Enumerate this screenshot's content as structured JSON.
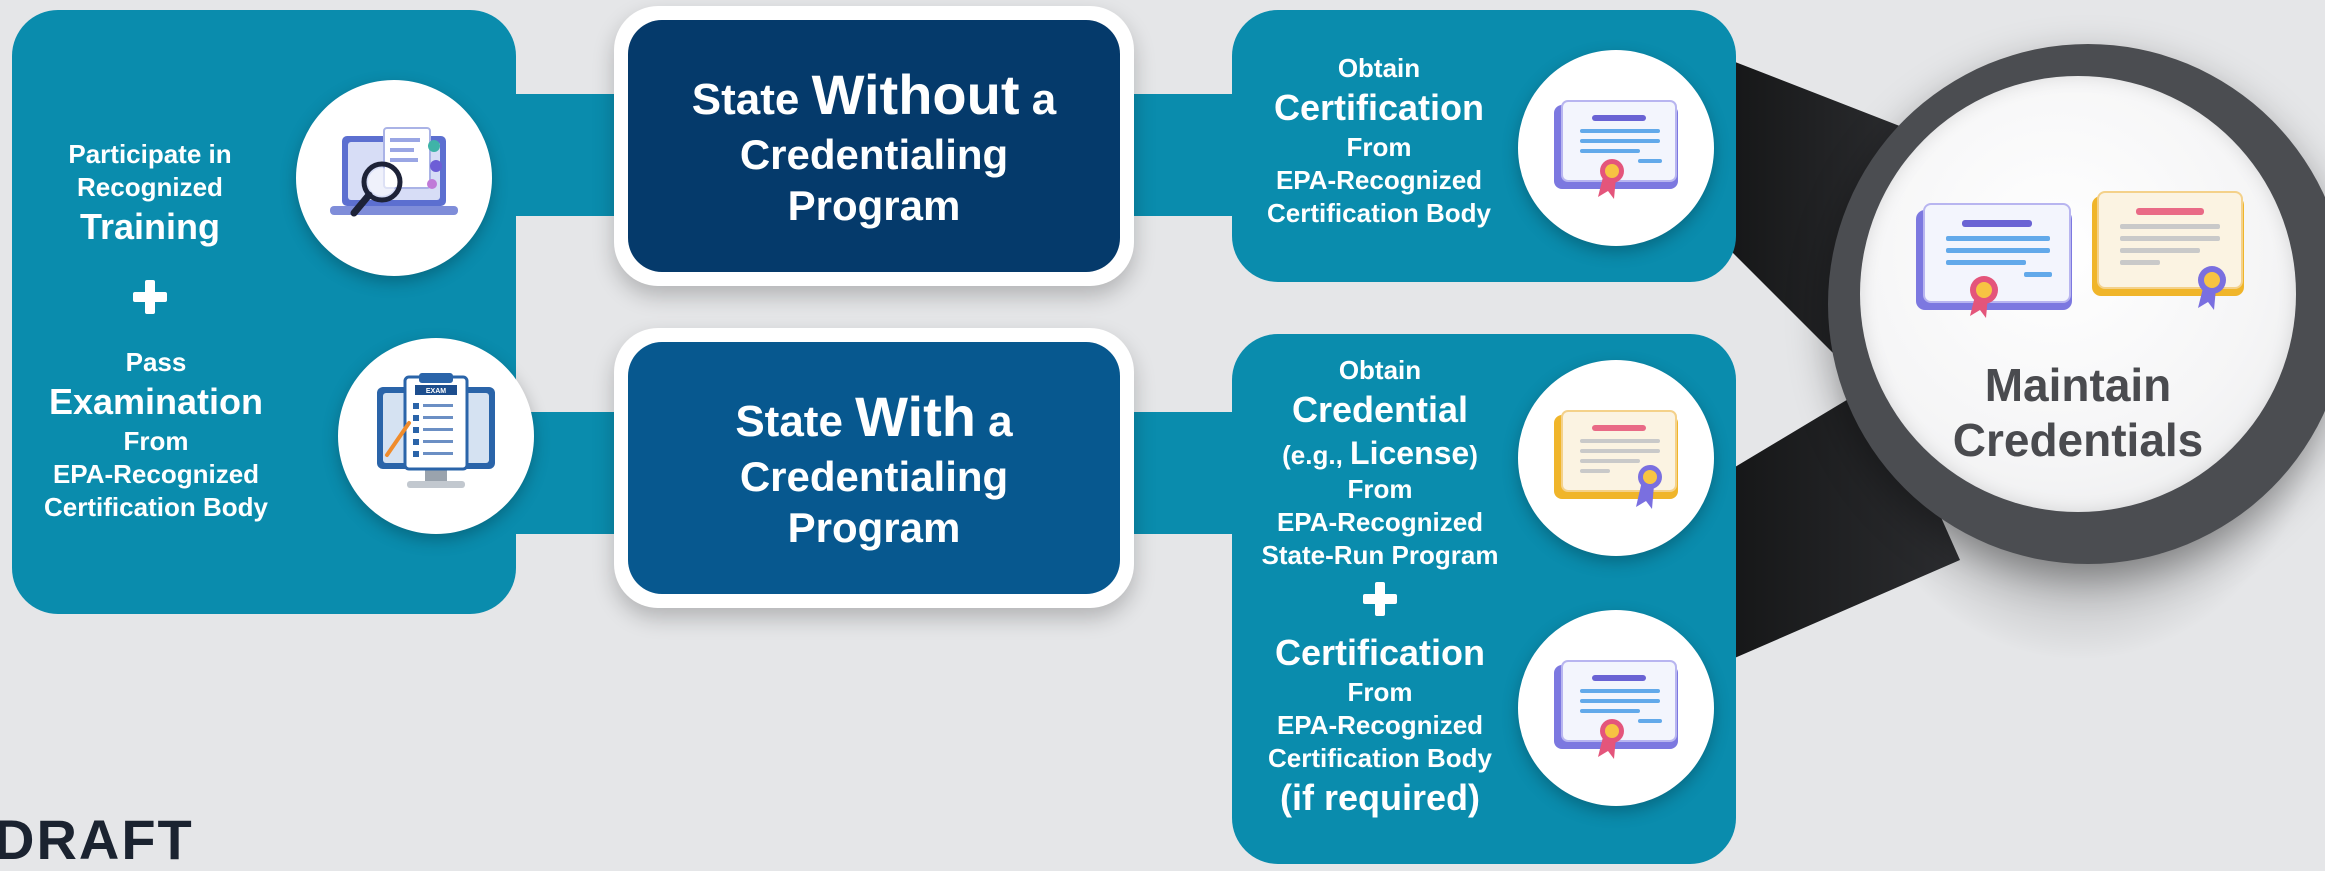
{
  "left_panel": {
    "training": {
      "line1": "Participate in",
      "line2": "Recognized",
      "line3": "Training"
    },
    "plus": "+",
    "exam": {
      "line1": "Pass",
      "line2": "Examination",
      "line3": "From",
      "line4": "EPA-Recognized",
      "line5": "Certification Body"
    },
    "icons": [
      "laptop-search-icon",
      "exam-clipboard-icon"
    ]
  },
  "state_without": {
    "word1": "State",
    "emph": "Without",
    "word2": "a",
    "line2": "Credentialing",
    "line3": "Program",
    "color": "#053a6b"
  },
  "state_with": {
    "word1": "State",
    "emph": "With",
    "word2": "a",
    "line2": "Credentialing",
    "line3": "Program",
    "color": "#07588f"
  },
  "top_right": {
    "line1": "Obtain",
    "line2": "Certification",
    "line3": "From",
    "line4": "EPA-Recognized",
    "line5": "Certification Body",
    "icon": "certificate-blue-icon"
  },
  "bottom_right": {
    "line1": "Obtain",
    "line2": "Credential",
    "line3a": "(e.g., ",
    "line3b": "License",
    "line3c": ")",
    "line4": "From",
    "line5": "EPA-Recognized",
    "line6": "State-Run Program",
    "plus": "+",
    "line7": "Certification",
    "line8": "From",
    "line9": "EPA-Recognized",
    "line10": "Certification Body",
    "line11": "(if required)",
    "icons": [
      "certificate-yellow-icon",
      "certificate-blue-icon"
    ]
  },
  "maintain": {
    "line1": "Maintain",
    "line2": "Credentials",
    "icon": "certificates-pair-icon"
  },
  "watermark": "DRAFT",
  "colors": {
    "background": "#e5e6e8",
    "teal": "#0a8cad",
    "navy": "#053a6b",
    "blue": "#07588f",
    "ring": "#4b4d51",
    "maintain_text": "#4a4b4f"
  }
}
